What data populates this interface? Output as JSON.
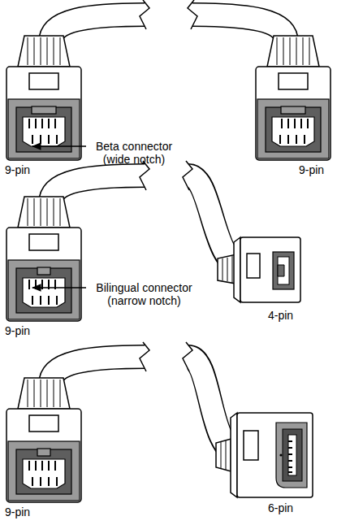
{
  "diagram": {
    "labels": [
      "Beta connector (wide notch)",
      "9-pin",
      "9-pin",
      "Bilingual connector (narrow notch)",
      "9-pin",
      "4-pin",
      "9-pin",
      "6-pin"
    ]
  }
}
